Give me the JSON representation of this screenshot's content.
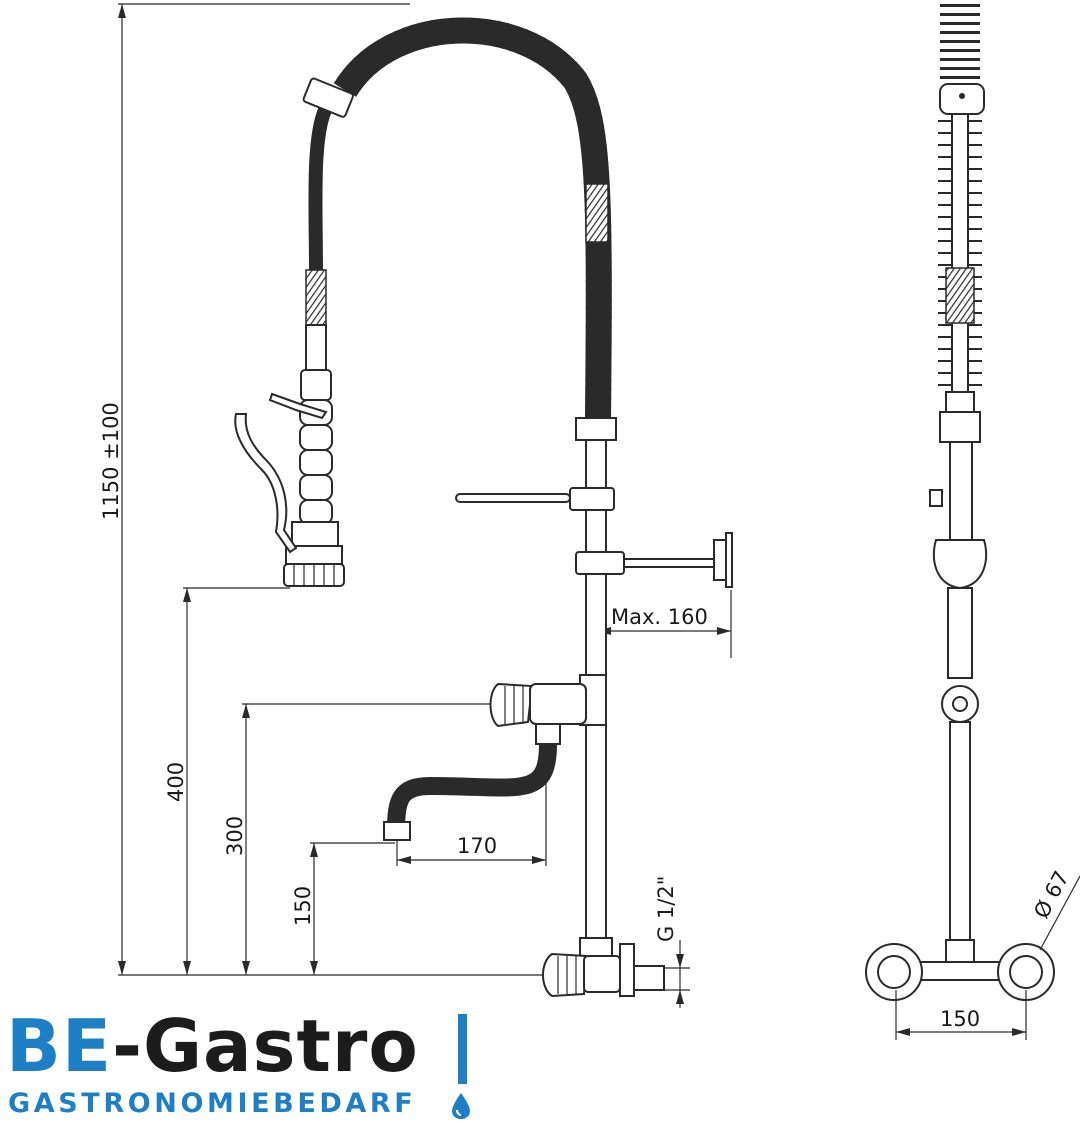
{
  "dimensions": {
    "total_height": "1150 ±100",
    "shower_height": "400",
    "tap_height": "300",
    "spout_height": "150",
    "spout_reach": "170",
    "wall_bracket": "Max. 160",
    "thread": "G 1/2\"",
    "flange_diameter": "Ø 67",
    "inlet_spacing": "150"
  },
  "logo": {
    "be": "BE",
    "rest": "-Gastro",
    "subtitle": "GASTRONOMIEBEDARF",
    "brand_color": "#1f7fc4",
    "text_color": "#1c1c1c"
  },
  "colors": {
    "line": "#2a2a2a",
    "background": "#ffffff"
  }
}
